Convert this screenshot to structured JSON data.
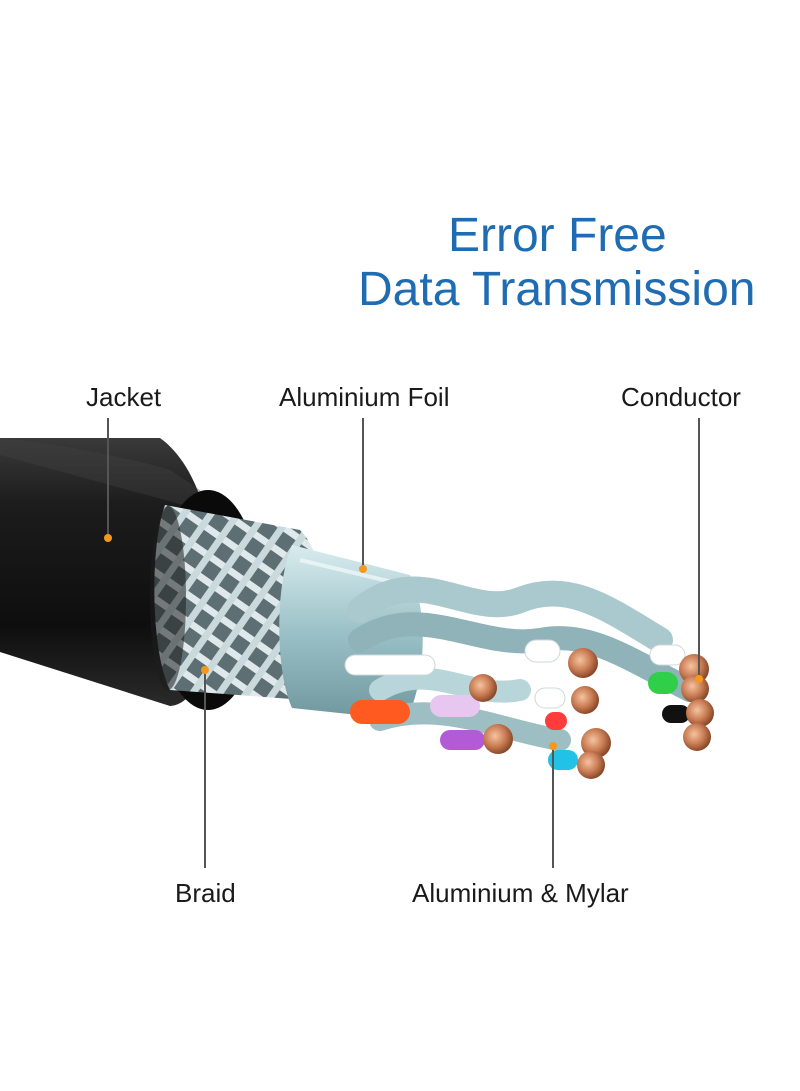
{
  "headline": {
    "line1": "Error Free",
    "line2": "Data Transmission",
    "color": "#1f6cb2"
  },
  "callouts": {
    "jacket": "Jacket",
    "aluminium_foil": "Aluminium Foil",
    "conductor": "Conductor",
    "braid": "Braid",
    "aluminium_mylar": "Aluminium & Mylar",
    "leader_color": "#555555",
    "dot_color": "#f39a1e"
  },
  "pair_colors": [
    "#ffffff",
    "#b35bd6",
    "#ff5a1f",
    "#22c1e6",
    "#2fcf4a",
    "#111111",
    "#ff3b3b"
  ]
}
